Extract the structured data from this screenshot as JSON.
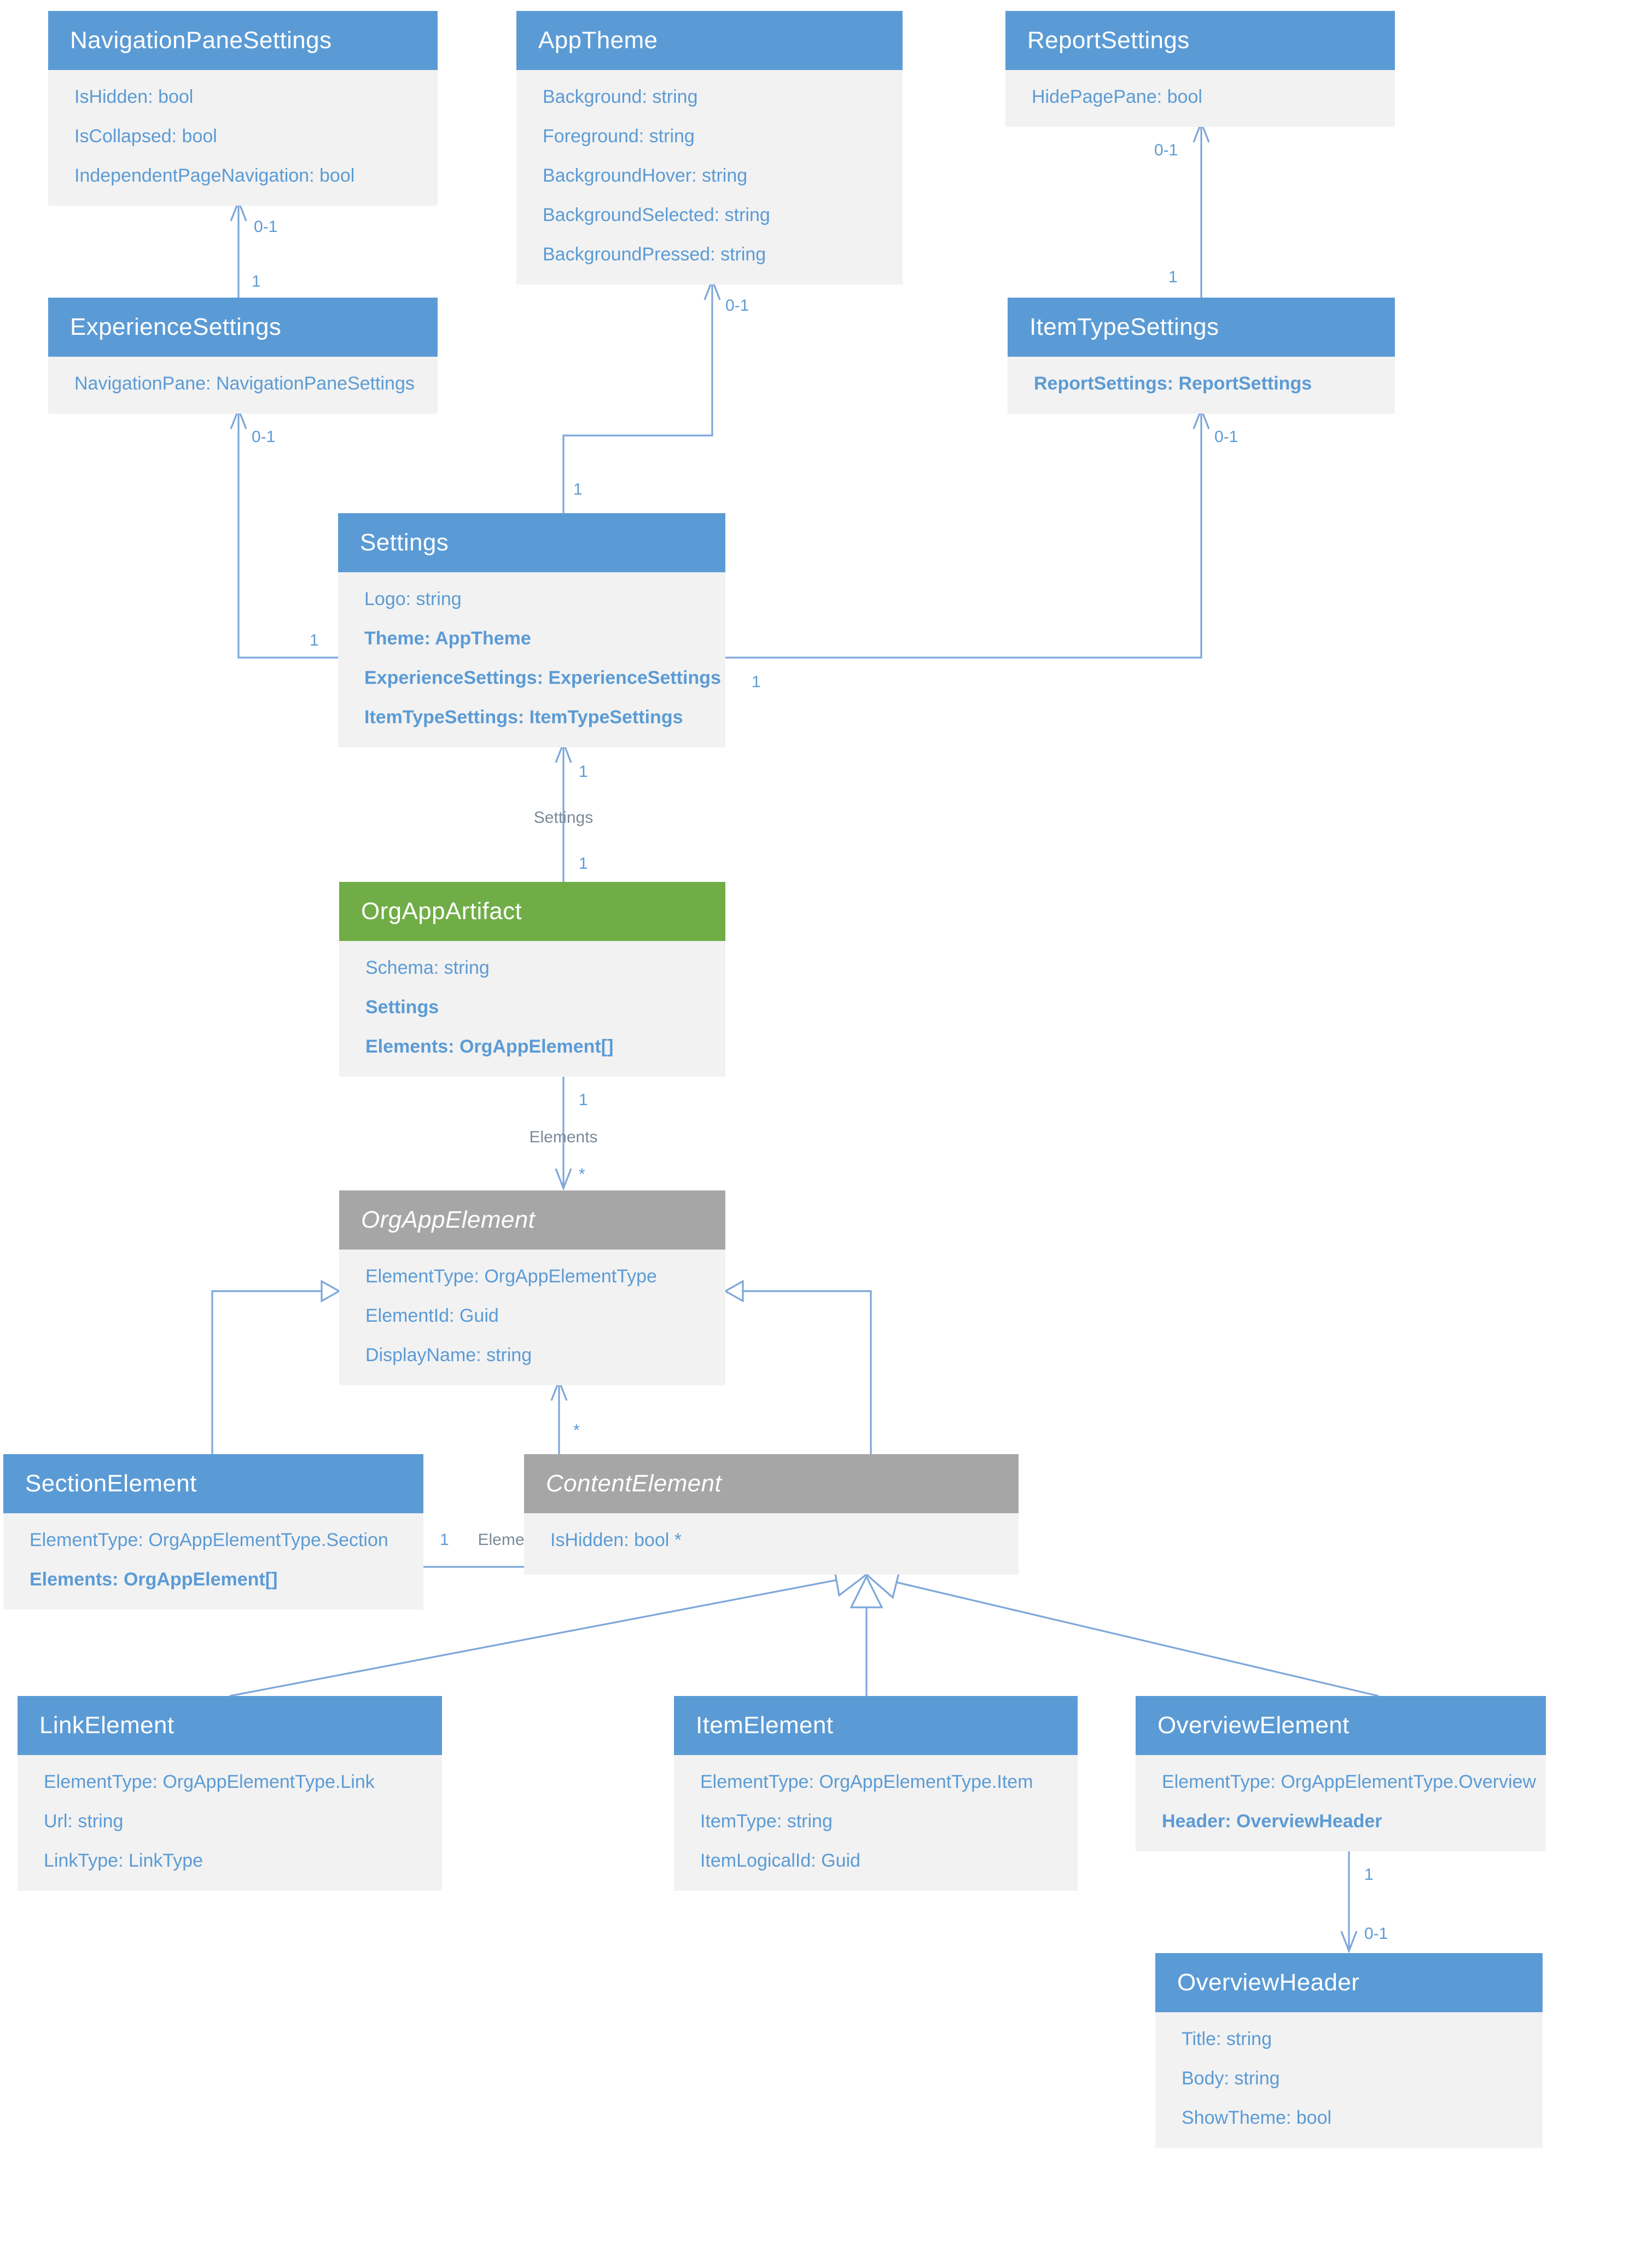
{
  "diagram": {
    "colors": {
      "class_header_blue": "#5b9bd5",
      "class_header_green": "#70ad47",
      "class_header_gray": "#a6a6a6",
      "class_body": "#f2f2f2",
      "attribute_text": "#5b9bd5",
      "connector_line": "#7da7d9"
    },
    "classes": [
      {
        "name": "NavigationPaneSettings",
        "attributes": [
          "IsHidden: bool",
          "IsCollapsed: bool",
          "IndependentPageNavigation: bool"
        ]
      },
      {
        "name": "AppTheme",
        "attributes": [
          "Background: string",
          "Foreground: string",
          "BackgroundHover: string",
          "BackgroundSelected: string",
          "BackgroundPressed: string"
        ]
      },
      {
        "name": "ReportSettings",
        "attributes": [
          "HidePagePane: bool"
        ]
      },
      {
        "name": "ExperienceSettings",
        "attributes": [
          "NavigationPane: NavigationPaneSettings"
        ]
      },
      {
        "name": "ItemTypeSettings",
        "attributes": [
          "ReportSettings: ReportSettings"
        ]
      },
      {
        "name": "Settings",
        "attributes": [
          "Logo: string",
          "Theme: AppTheme",
          "ExperienceSettings: ExperienceSettings",
          "ItemTypeSettings: ItemTypeSettings"
        ]
      },
      {
        "name": "OrgAppArtifact",
        "attributes": [
          "Schema: string",
          "Settings",
          "Elements: OrgAppElement[]"
        ]
      },
      {
        "name": "OrgAppElement",
        "attributes": [
          "ElementType: OrgAppElementType",
          "ElementId: Guid",
          "DisplayName: string"
        ]
      },
      {
        "name": "SectionElement",
        "attributes": [
          "ElementType: OrgAppElementType.Section",
          "Elements: OrgAppElement[]"
        ]
      },
      {
        "name": "ContentElement",
        "attributes": [
          "IsHidden: bool *"
        ]
      },
      {
        "name": "LinkElement",
        "attributes": [
          "ElementType: OrgAppElementType.Link",
          "Url: string",
          "LinkType: LinkType"
        ]
      },
      {
        "name": "ItemElement",
        "attributes": [
          "ElementType: OrgAppElementType.Item",
          "ItemType: string",
          "ItemLogicalId: Guid"
        ]
      },
      {
        "name": "OverviewElement",
        "attributes": [
          "ElementType: OrgAppElementType.Overview",
          "Header: OverviewHeader"
        ]
      },
      {
        "name": "OverviewHeader",
        "attributes": [
          "Title: string",
          "Body: string",
          "ShowTheme: bool"
        ]
      }
    ],
    "connectors": {
      "experience_to_navigation_pane": {
        "source_multiplicity": "1",
        "target_multiplicity": "0-1"
      },
      "settings_to_app_theme": {
        "source_multiplicity": "1",
        "target_multiplicity": "0-1"
      },
      "item_type_to_report_settings": {
        "source_multiplicity": "1",
        "target_multiplicity": "0-1"
      },
      "settings_to_experience_settings": {
        "source_multiplicity": "1",
        "target_multiplicity": "0-1"
      },
      "settings_to_item_type_settings": {
        "source_multiplicity": "1",
        "target_multiplicity": "0-1"
      },
      "org_app_artifact_to_settings": {
        "label": "Settings",
        "source_multiplicity": "1",
        "target_multiplicity": "1"
      },
      "org_app_artifact_to_org_app_element": {
        "label": "Elements",
        "source_multiplicity": "1",
        "target_multiplicity": "*"
      },
      "section_element_to_org_app_element": {
        "label": "Elements",
        "source_multiplicity": "1",
        "target_multiplicity": "*"
      },
      "overview_element_to_overview_header": {
        "source_multiplicity": "1",
        "target_multiplicity": "0-1"
      }
    }
  }
}
